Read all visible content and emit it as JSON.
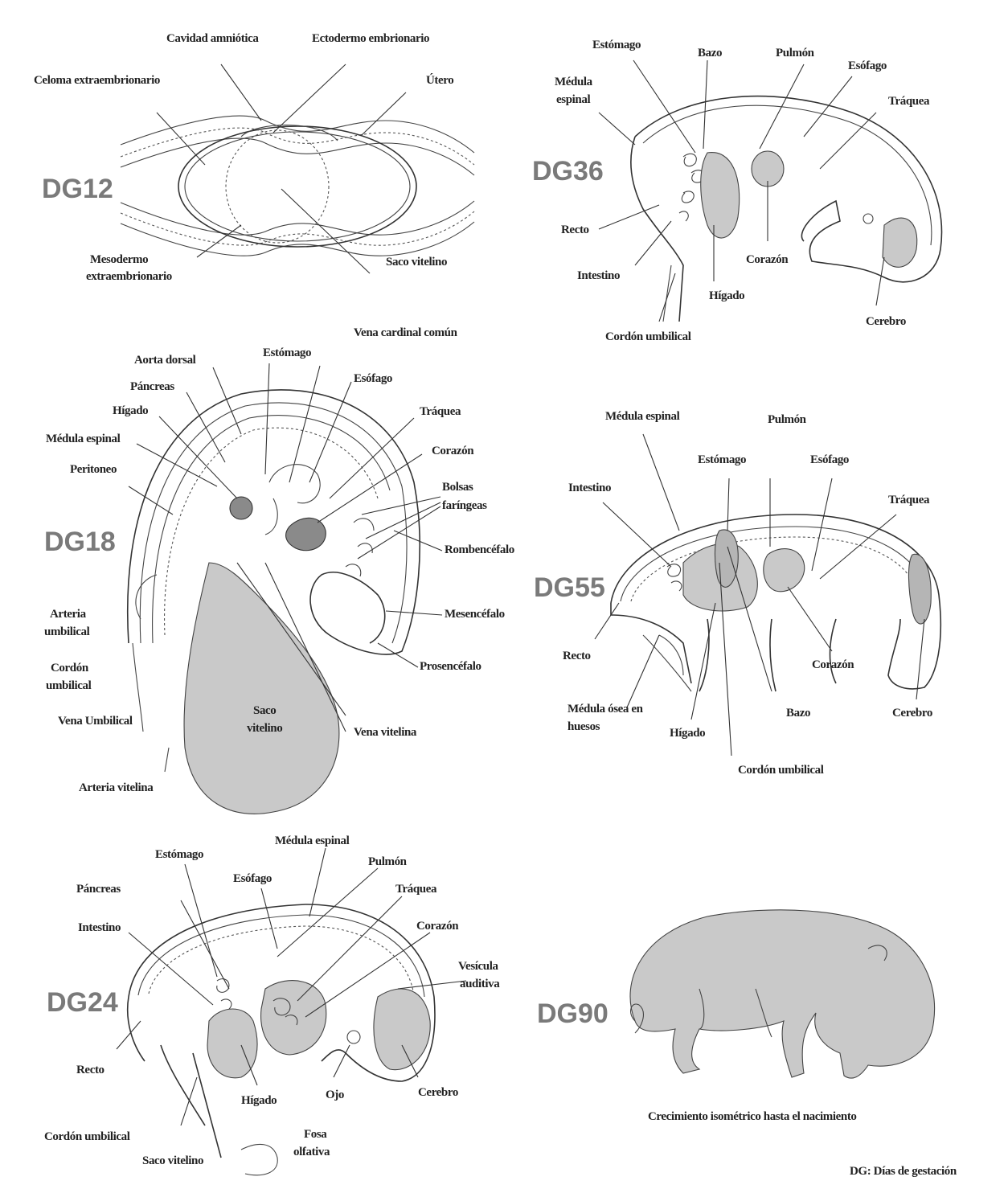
{
  "stages": {
    "dg12": "DG12",
    "dg36": "DG36",
    "dg18": "DG18",
    "dg55": "DG55",
    "dg24": "DG24",
    "dg90": "DG90"
  },
  "dg12_labels": {
    "amniotic_cavity": "Cavidad amniótica",
    "ectoderm": "Ectodermo embrionario",
    "extra_coelom": "Celoma extraembrionario",
    "uterus": "Útero",
    "mesoderm_1": "Mesodermo",
    "mesoderm_2": "extraembrionario",
    "yolk_sac": "Saco vitelino"
  },
  "dg36_labels": {
    "stomach": "Estómago",
    "spleen": "Bazo",
    "lung": "Pulmón",
    "esophagus": "Esófago",
    "spinal_1": "Médula",
    "spinal_2": "espinal",
    "trachea": "Tráquea",
    "rectum": "Recto",
    "intestine": "Intestino",
    "heart": "Corazón",
    "liver": "Hígado",
    "brain": "Cerebro",
    "cord": "Cordón umbilical"
  },
  "dg18_labels": {
    "cardinal": "Vena cardinal común",
    "aorta": "Aorta dorsal",
    "stomach": "Estómago",
    "pancreas": "Páncreas",
    "esophagus": "Esófago",
    "liver": "Hígado",
    "trachea": "Tráquea",
    "spinal": "Médula espinal",
    "heart": "Corazón",
    "peritoneum": "Peritoneo",
    "pouches_1": "Bolsas",
    "pouches_2": "faríngeas",
    "rhomb": "Rombencéfalo",
    "artery_umb_1": "Arteria",
    "artery_umb_2": "umbilical",
    "mesen": "Mesencéfalo",
    "cord_1": "Cordón",
    "cord_2": "umbilical",
    "prosen": "Prosencéfalo",
    "vein_umb": "Vena Umbilical",
    "yolk_1": "Saco",
    "yolk_2": "vitelino",
    "vitelline_vein": "Vena vitelina",
    "vitelline_artery": "Arteria vitelina"
  },
  "dg55_labels": {
    "spinal": "Médula espinal",
    "lung": "Pulmón",
    "stomach": "Estómago",
    "esophagus": "Esófago",
    "intestine": "Intestino",
    "trachea": "Tráquea",
    "rectum": "Recto",
    "heart": "Corazón",
    "marrow_1": "Médula ósea en",
    "marrow_2": "huesos",
    "spleen": "Bazo",
    "brain": "Cerebro",
    "liver": "Hígado",
    "cord": "Cordón umbilical"
  },
  "dg24_labels": {
    "spinal": "Médula espinal",
    "stomach": "Estómago",
    "lung": "Pulmón",
    "esophagus": "Esófago",
    "pancreas": "Páncreas",
    "trachea": "Tráquea",
    "intestine": "Intestino",
    "heart": "Corazón",
    "vesicle_1": "Vesícula",
    "vesicle_2": "auditiva",
    "rectum": "Recto",
    "brain": "Cerebro",
    "liver": "Hígado",
    "eye": "Ojo",
    "cord": "Cordón umbilical",
    "fossa_1": "Fosa",
    "fossa_2": "olfativa",
    "yolk": "Saco vitelino"
  },
  "dg90_caption": "Crecimiento isométrico hasta el nacimiento",
  "legend": "DG: Días de gestación"
}
